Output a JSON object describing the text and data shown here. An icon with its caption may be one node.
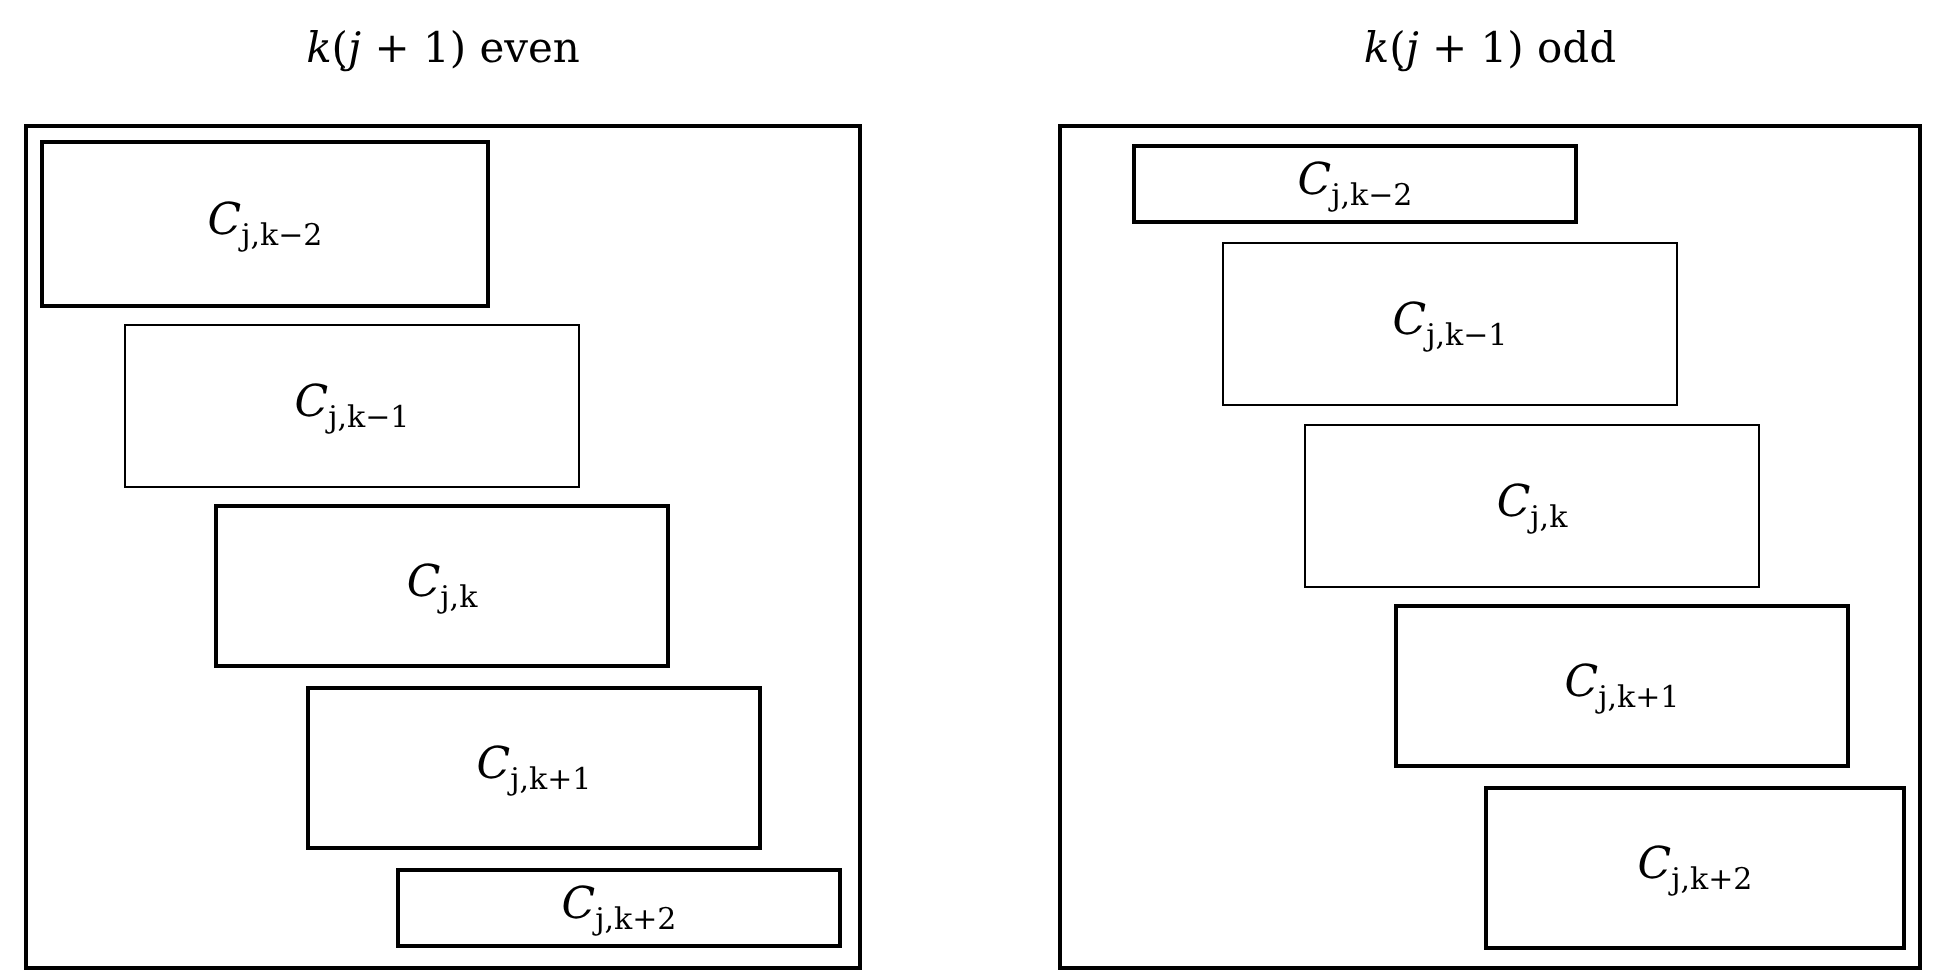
{
  "diagram": {
    "nodes": [
      {
        "text": [
          "*k*(*j* + 1) even"
        ]
      },
      {
        "text": [
          "*C*$_{j,k−2}$"
        ],
        "in": 0
      },
      {
        "text": [
          "*C*$_{j,k−1}$"
        ],
        "in": 0
      },
      {
        "text": [
          "*C*$_{j,k}$"
        ],
        "in": 0
      },
      {
        "text": [
          "*C*$_{j,k+1}$"
        ],
        "in": 0
      },
      {
        "text": [
          "*C*$_{j,k+2}$"
        ],
        "in": 0
      },
      {
        "text": [
          "*k*(*j* + 1) odd"
        ]
      },
      {
        "text": [
          "*C*$_{j,k−2}$"
        ],
        "in": 6
      },
      {
        "text": [
          "*C*$_{j,k−1}$"
        ],
        "in": 6
      },
      {
        "text": [
          "*C*$_{j,k}$"
        ],
        "in": 6
      },
      {
        "text": [
          "*C*$_{j,k+1}$"
        ],
        "in": 6
      },
      {
        "text": [
          "*C*$_{j,k+2}$"
        ],
        "in": 6
      }
    ]
  }
}
